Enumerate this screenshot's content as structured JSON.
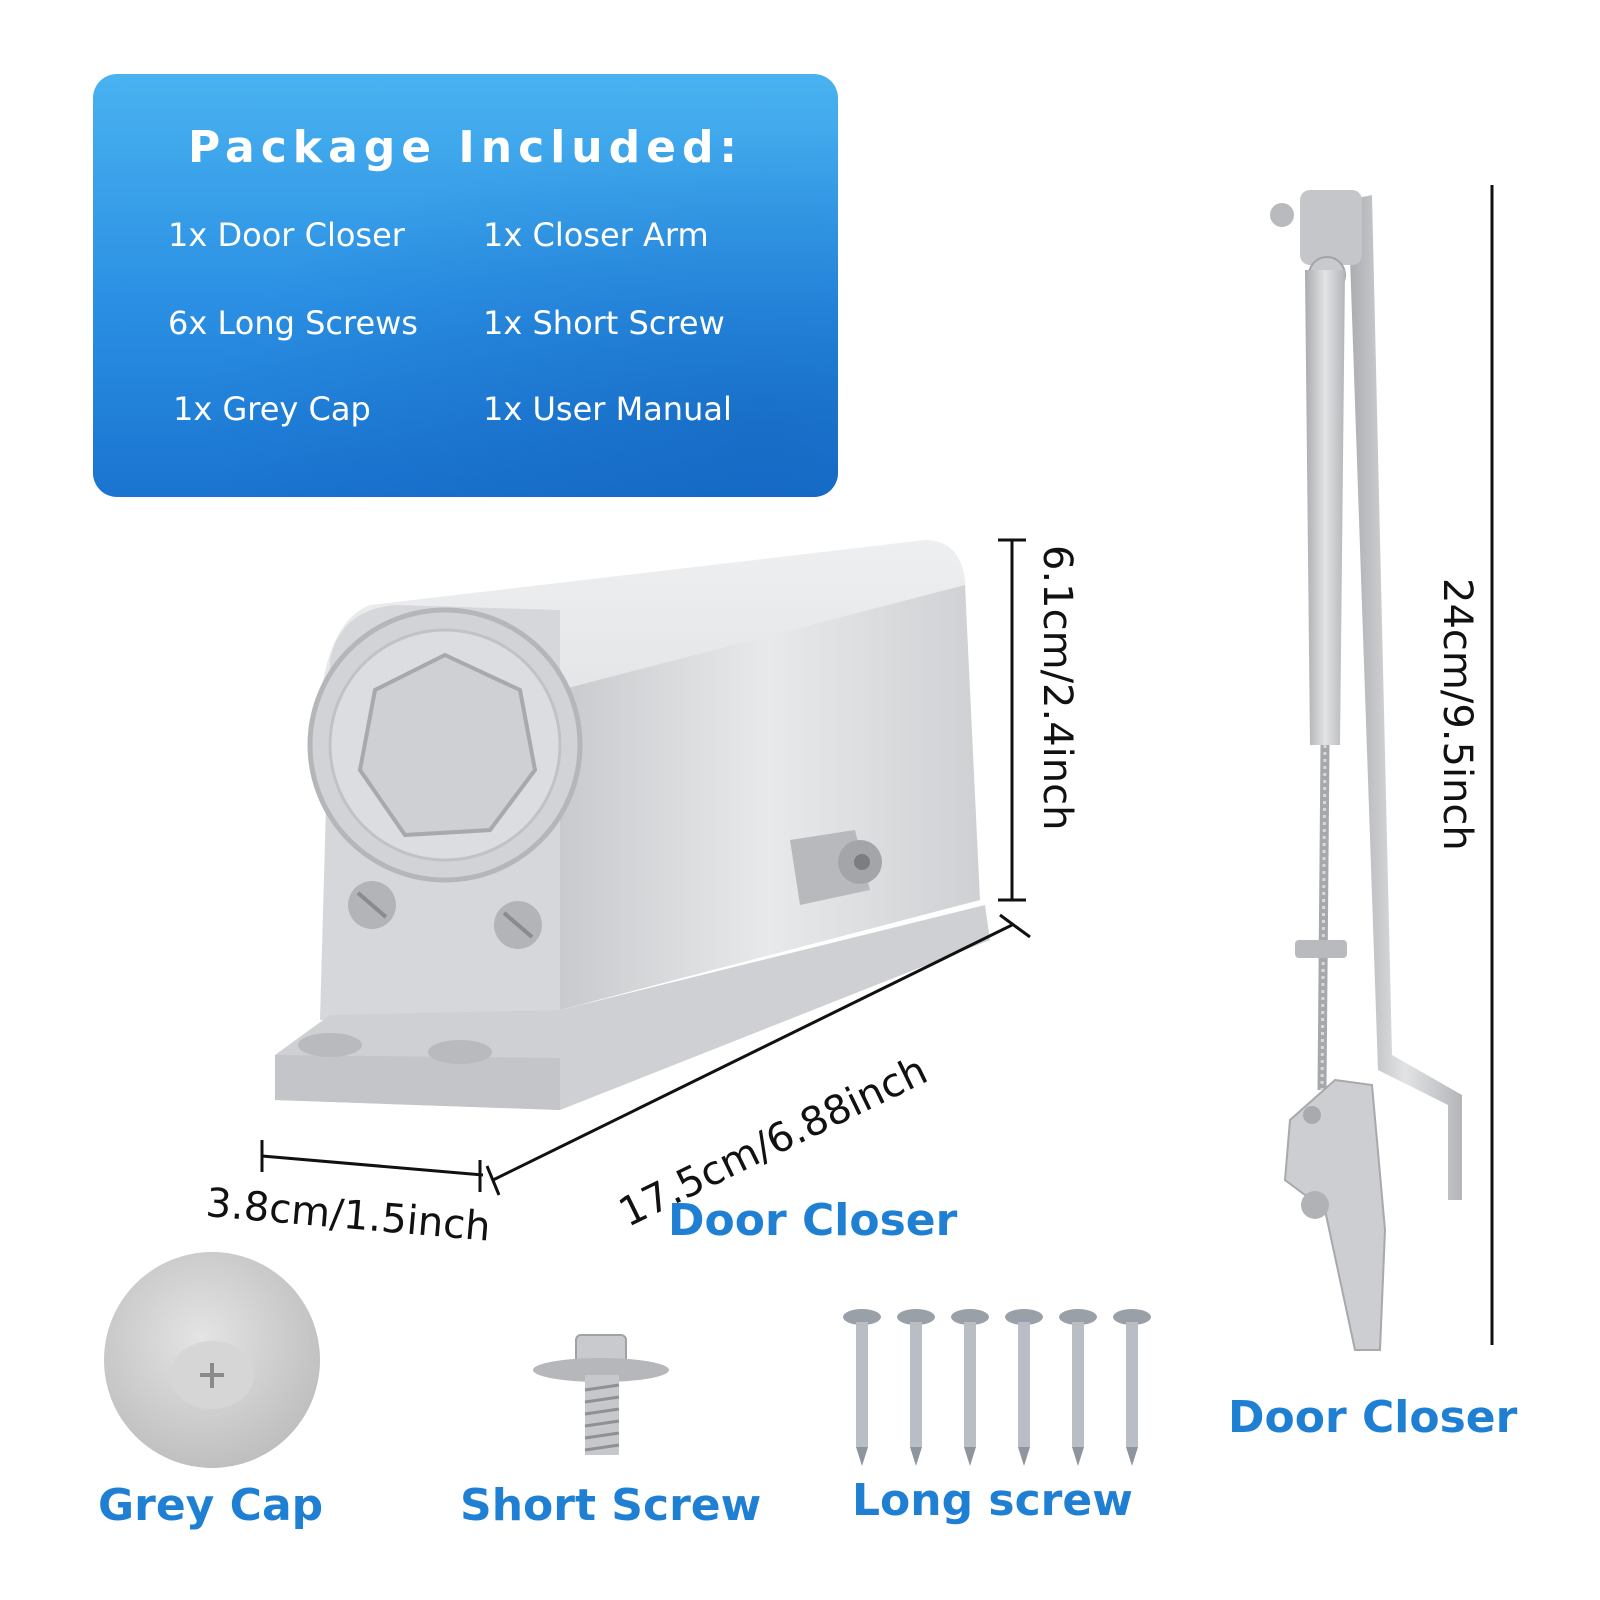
{
  "package": {
    "title": "Package Included:",
    "items": [
      "1x Door Closer",
      "1x Closer Arm",
      "6x Long Screws",
      "1x Short Screw",
      "1x Grey Cap",
      "1x User Manual"
    ]
  },
  "dimensions": {
    "height": "6.1cm/2.4inch",
    "length": "17.5cm/6.88inch",
    "width": "3.8cm/1.5inch",
    "arm_length": "24cm/9.5inch"
  },
  "labels": {
    "closer_body": "Door Closer",
    "closer_arm": "Door Closer",
    "grey_cap": "Grey Cap",
    "short_screw": "Short Screw",
    "long_screw": "Long screw"
  },
  "colors": {
    "label_blue": "#1f7fd3",
    "panel_blue": "#2a8fe3",
    "metal_silver": "#d9dadc"
  }
}
